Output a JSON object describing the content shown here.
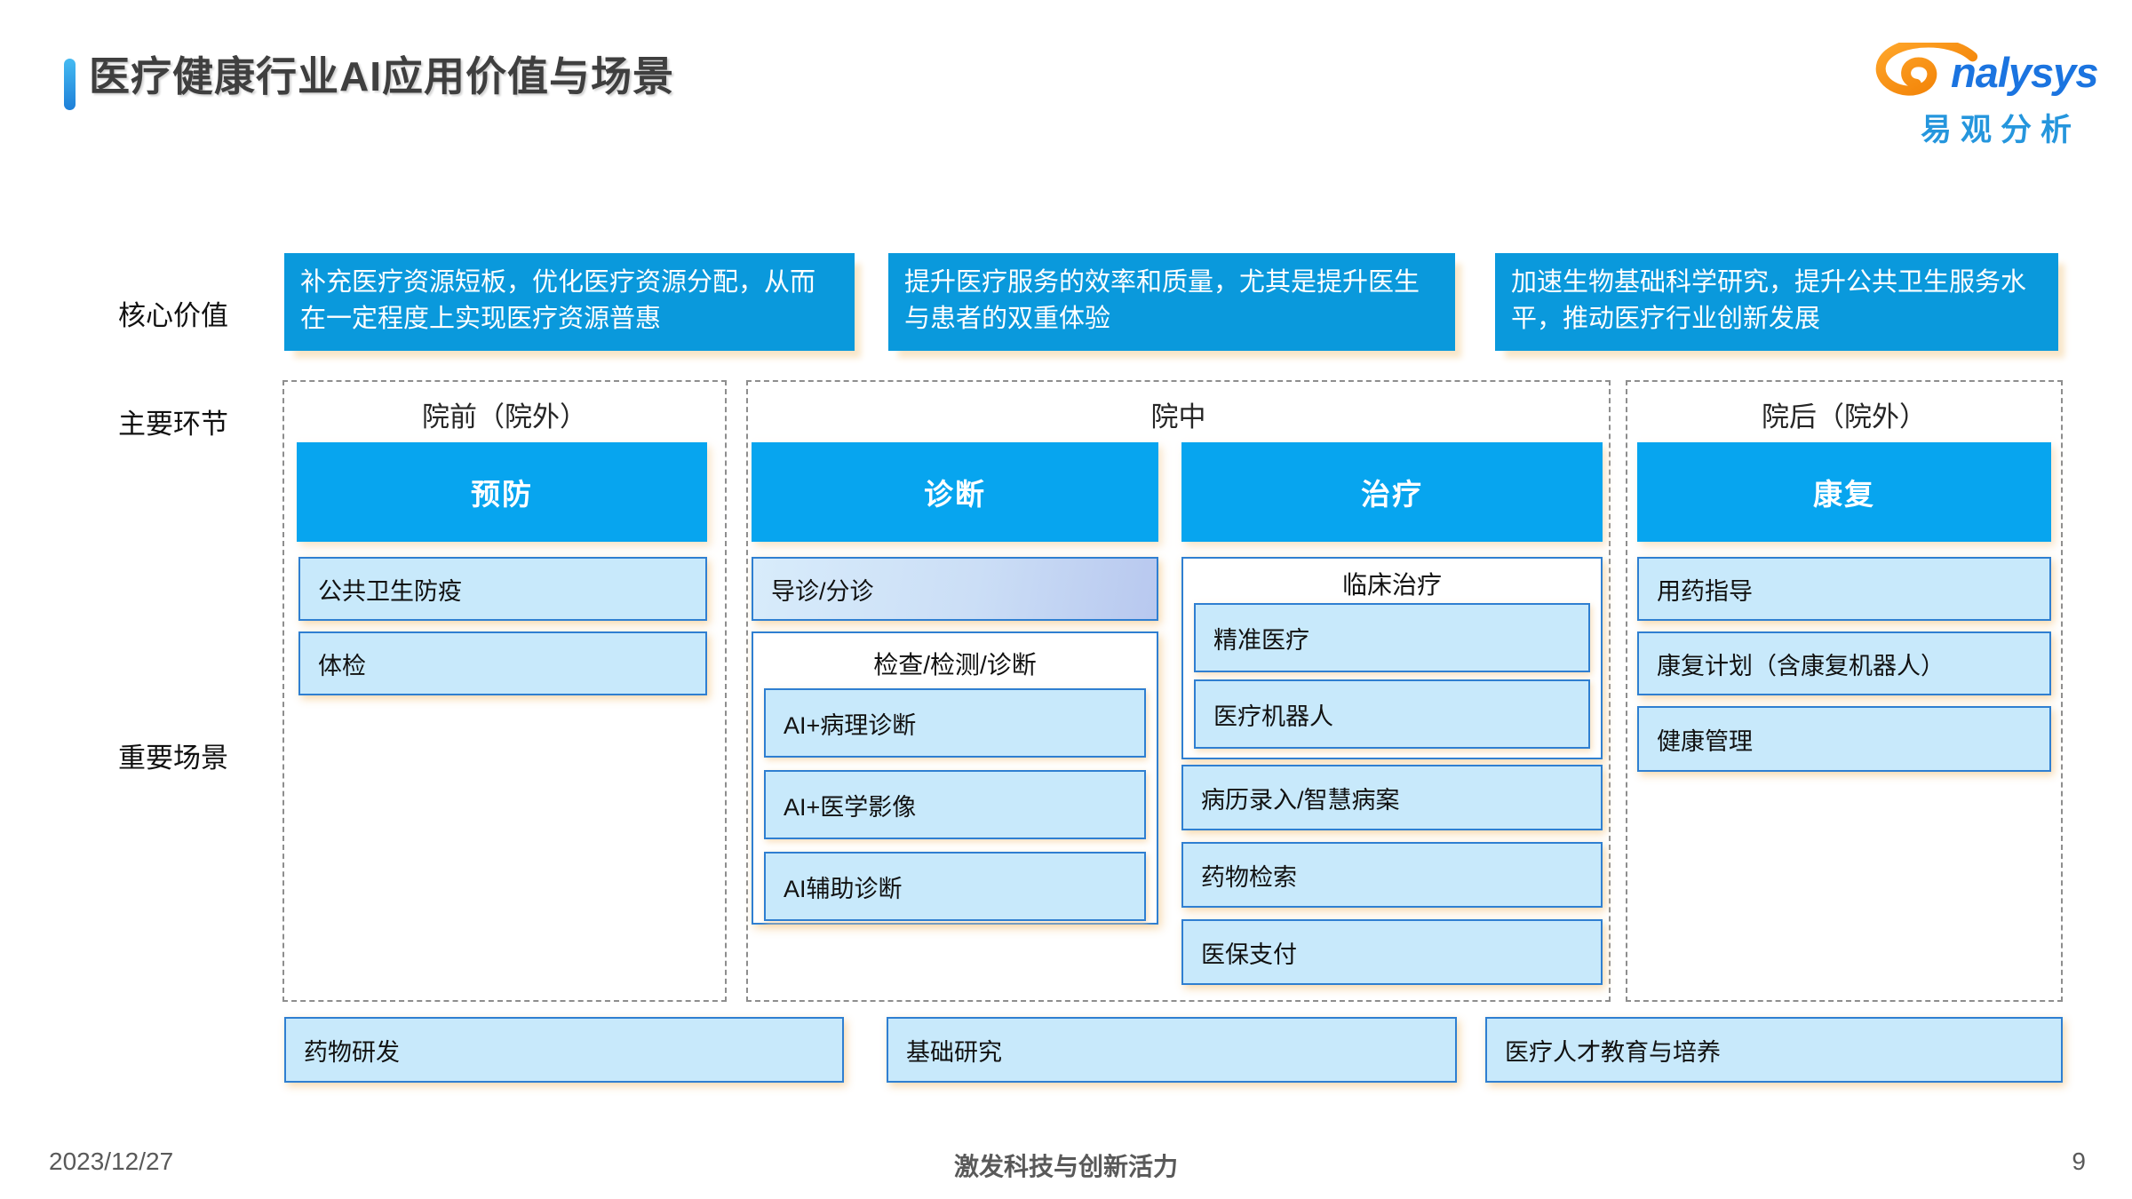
{
  "title": "医疗健康行业AI应用价值与场景",
  "logo": {
    "wordmark": "nalysys",
    "cn": "易观分析"
  },
  "row_labels": {
    "core_value": "核心价值",
    "main_stages": "主要环节",
    "key_scenarios": "重要场景"
  },
  "core_values": [
    "补充医疗资源短板，优化医疗资源分配，从而在一定程度上实现医疗资源普惠",
    "提升医疗服务的效率和质量，尤其是提升医生与患者的双重体验",
    "加速生物基础科学研究，提升公共卫生服务水平，推动医疗行业创新发展"
  ],
  "stage_names": [
    "院前（院外）",
    "院中",
    "院后（院外）"
  ],
  "phase_names": [
    "预防",
    "诊断",
    "治疗",
    "康复"
  ],
  "prevention": {
    "items": [
      "公共卫生防疫",
      "体检"
    ]
  },
  "diagnosis": {
    "triage": "导诊/分诊",
    "group_title": "检查/检测/诊断",
    "group_items": [
      "AI+病理诊断",
      "AI+医学影像",
      "AI辅助诊断"
    ]
  },
  "treatment": {
    "group_title": "临床治疗",
    "group_items": [
      "精准医疗",
      "医疗机器人"
    ],
    "items": [
      "病历录入/智慧病案",
      "药物检索",
      "医保支付"
    ]
  },
  "rehab": {
    "items": [
      "用药指导",
      "康复计划（含康复机器人）",
      "健康管理"
    ]
  },
  "bottom_items": [
    "药物研发",
    "基础研究",
    "医疗人才教育与培养"
  ],
  "footer": {
    "date": "2023/12/27",
    "slogan": "激发科技与创新活力",
    "page": "9"
  },
  "colors": {
    "phase_bar_blue": "#07A5EF",
    "core_box_blue": "#0A99DC",
    "light_box_fill": "#C8E9FB",
    "box_border_blue": "#2F7FD1",
    "warm_shadow": "#F9E6C8",
    "logo_blue": "#1B74E0",
    "logo_orange": "#F57C00",
    "title_gray": "#3F3F3F"
  }
}
